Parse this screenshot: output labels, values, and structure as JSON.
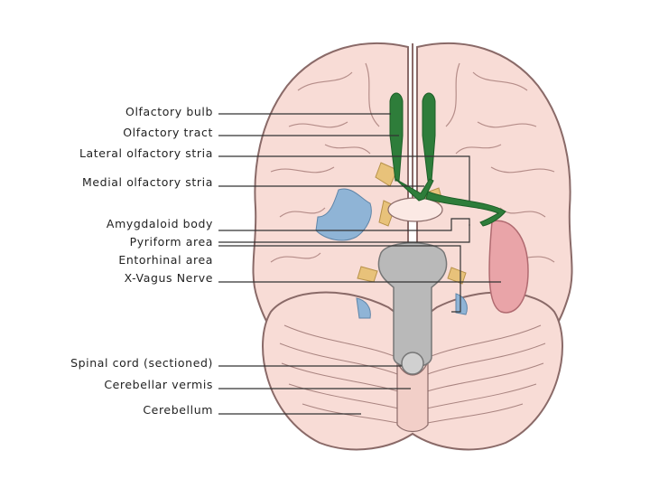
{
  "colors": {
    "brain_fill": "#f8dcd6",
    "brain_stroke": "#8a6a68",
    "olfactory": "#2e7d3a",
    "leader_line": "#333333",
    "temporal_highlight": "#e9a4a8",
    "vessels_blue": "#8fb4d6",
    "nerves_tan": "#e8c27a",
    "brainstem_gray": "#b9b9b9"
  },
  "labels": {
    "olfactory_bulb": "Olfactory bulb",
    "olfactory_tract": "Olfactory tract",
    "lateral_olfactory_stria": "Lateral olfactory stria",
    "medial_olfactory_stria": "Medial olfactory stria",
    "amygdaloid_body": "Amygdaloid body",
    "pyriform_area": "Pyriform area",
    "entorhinal_area": "Entorhinal area",
    "vagus_nerve": "X-Vagus Nerve",
    "spinal_cord": "Spinal cord (sectioned)",
    "cerebellar_vermis": "Cerebellar vermis",
    "cerebellum": "Cerebellum"
  }
}
